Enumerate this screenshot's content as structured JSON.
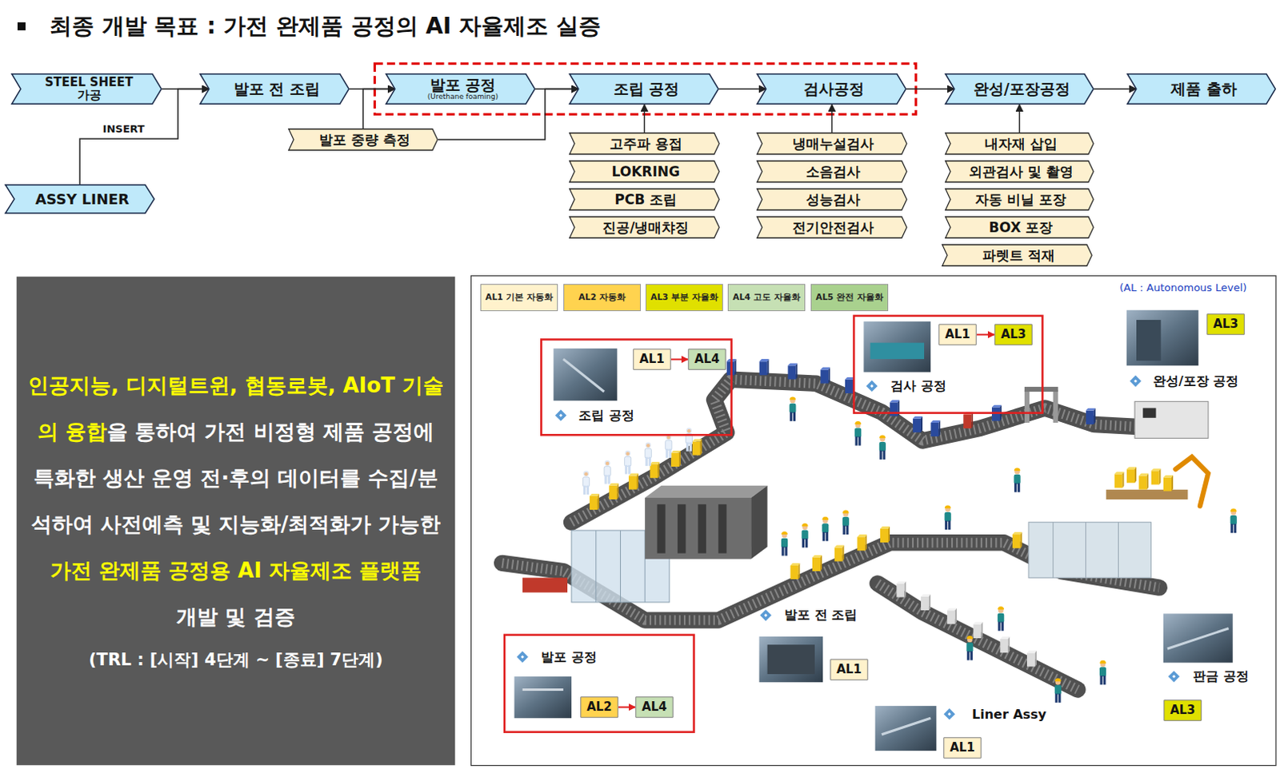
{
  "diagram": {
    "title": "최종 개발 목표 : 가전 완제품 공정의 AI 자율제조 실증",
    "nodes": [
      {
        "text": [
          "STEEL SHEET 가공"
        ]
      },
      {
        "text": [
          "발포 전 조립"
        ]
      },
      {
        "text": [
          "발포 공정",
          "(Urethane foaming)"
        ]
      },
      {
        "text": [
          "조립 공정"
        ]
      },
      {
        "text": [
          "검사공정"
        ]
      },
      {
        "text": [
          "완성/포장공정"
        ]
      },
      {
        "text": [
          "제품 출하"
        ]
      },
      {
        "text": [
          "발포 중량 측정"
        ]
      },
      {
        "text": [
          "고주파 용접"
        ]
      },
      {
        "text": [
          "LOKRING"
        ]
      },
      {
        "text": [
          "PCB 조립"
        ]
      },
      {
        "text": [
          "진공/냉매챠징"
        ]
      },
      {
        "text": [
          "냉매누설검사"
        ]
      },
      {
        "text": [
          "소음검사"
        ]
      },
      {
        "text": [
          "성능검사"
        ]
      },
      {
        "text": [
          "전기안전검사"
        ]
      },
      {
        "text": [
          "내자재 삽입"
        ]
      },
      {
        "text": [
          "외관검사 및 촬영"
        ]
      },
      {
        "text": [
          "자동 비닐 포장"
        ]
      },
      {
        "text": [
          "BOX 포장"
        ]
      },
      {
        "text": [
          "파렛트 적재"
        ]
      },
      {
        "text": [
          "ASSY LINER"
        ]
      },
      {
        "text": [
          "인공지능, 디지털트윈, 협동로봇, AIoT 기술의 융합",
          "을 통하여 가전 비정형 제품 공정에 특화한 생산 운영 전·후의 데이터를 수집/분석하여 사전예측 및 지능화/최적화가 가능한",
          "가전 완제품 공정용 AI 자율제조 플랫폼",
          "개발 및 검증",
          "(TRL : [시작] 4단계 ~ [종료] 7단계)"
        ]
      },
      {
        "text": [
          "AL1"
        ]
      },
      {
        "text": [
          "AL4"
        ]
      },
      {
        "text": [
          "AL1"
        ]
      },
      {
        "text": [
          "AL3"
        ]
      },
      {
        "text": [
          "AL3"
        ]
      },
      {
        "text": [
          "AL2"
        ]
      },
      {
        "text": [
          "AL4"
        ]
      },
      {
        "text": [
          "AL1"
        ]
      },
      {
        "text": [
          "AL3"
        ]
      },
      {
        "text": [
          "AL1"
        ]
      }
    ],
    "edges": [
      {
        "from": 0,
        "to": 1,
        "arrow": "to"
      },
      {
        "from": 1,
        "to": 2,
        "arrow": "to"
      },
      {
        "from": 2,
        "to": 3,
        "arrow": "to"
      },
      {
        "from": 3,
        "to": 4,
        "arrow": "to"
      },
      {
        "from": 4,
        "to": 5,
        "arrow": "to"
      },
      {
        "from": 5,
        "to": 6,
        "arrow": "to"
      },
      {
        "from": 21,
        "to": 1,
        "label": "INSERT",
        "arrow": "to"
      },
      {
        "from": 7,
        "to": 2,
        "arrow": "to"
      },
      {
        "from": 7,
        "to": 3,
        "arrow": "to"
      },
      {
        "from": 8,
        "to": 3,
        "arrow": "to"
      },
      {
        "from": 12,
        "to": 4,
        "arrow": "to"
      },
      {
        "from": 16,
        "to": 5,
        "arrow": "to"
      },
      {
        "from": 23,
        "to": 24,
        "arrow": "to"
      },
      {
        "from": 25,
        "to": 26,
        "arrow": "to"
      },
      {
        "from": 28,
        "to": 29,
        "arrow": "to"
      }
    ],
    "labels": [
      "(AL : Autonomous Level)",
      "조립 공정",
      "검사 공정",
      "완성/포장 공정",
      "발포 공정",
      "발포 전 조립",
      "판금 공정",
      "Liner Assy"
    ],
    "legend": [
      {
        "text": "AL1 기본 자동화",
        "color": "#fff2cc"
      },
      {
        "text": "AL2 자동화",
        "color": "#ffd34f"
      },
      {
        "text": "AL3 부분 자율화",
        "color": "#e0e000"
      },
      {
        "text": "AL4 고도 자율화",
        "color": "#c6e0b4"
      },
      {
        "text": "AL5 완전 자율화",
        "color": "#a9d18e"
      }
    ]
  }
}
